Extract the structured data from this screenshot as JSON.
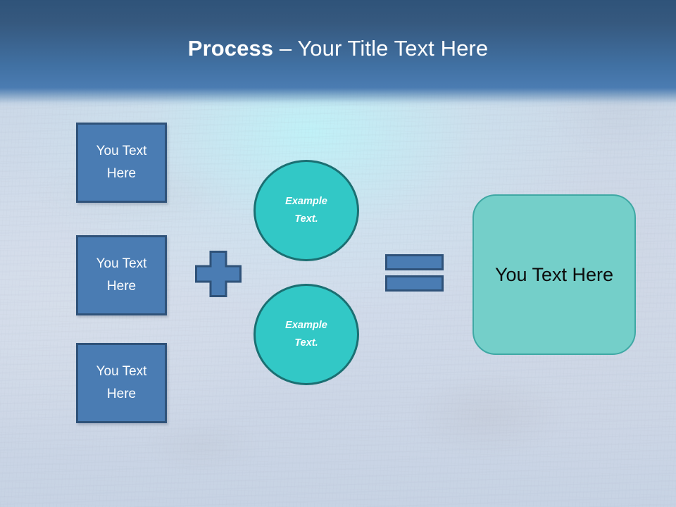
{
  "slide": {
    "title_strong": "Process",
    "title_separator": " – ",
    "title_light": "Your Title Text Here",
    "background_color": "#ccd9e8",
    "header_color_top": "#2f5379",
    "header_color_bottom": "#4b7cb2"
  },
  "inputs": {
    "accent_color": "#4a7cb3",
    "border_color": "#2f5279",
    "text_color": "#ffffff",
    "boxes": [
      {
        "line1": "You Text",
        "line2": "Here"
      },
      {
        "line1": "You Text",
        "line2": "Here"
      },
      {
        "line1": "You Text",
        "line2": "Here"
      }
    ]
  },
  "operators": {
    "plus": {
      "symbol": "+",
      "color": "#4a7cb3",
      "border_color": "#2f5279"
    },
    "equals": {
      "symbol": "=",
      "color": "#4a7cb3",
      "border_color": "#2f5279"
    }
  },
  "circles": {
    "fill_color": "#32c8c6",
    "border_color": "#1b6f72",
    "text_color": "#ffffff",
    "items": [
      {
        "line1": "Example",
        "line2": "Text."
      },
      {
        "line1": "Example",
        "line2": "Text."
      }
    ]
  },
  "result": {
    "fill_color": "#74cfc9",
    "border_color": "#3fa8a4",
    "text_color": "#0c0c0c",
    "label": "You Text Here"
  }
}
